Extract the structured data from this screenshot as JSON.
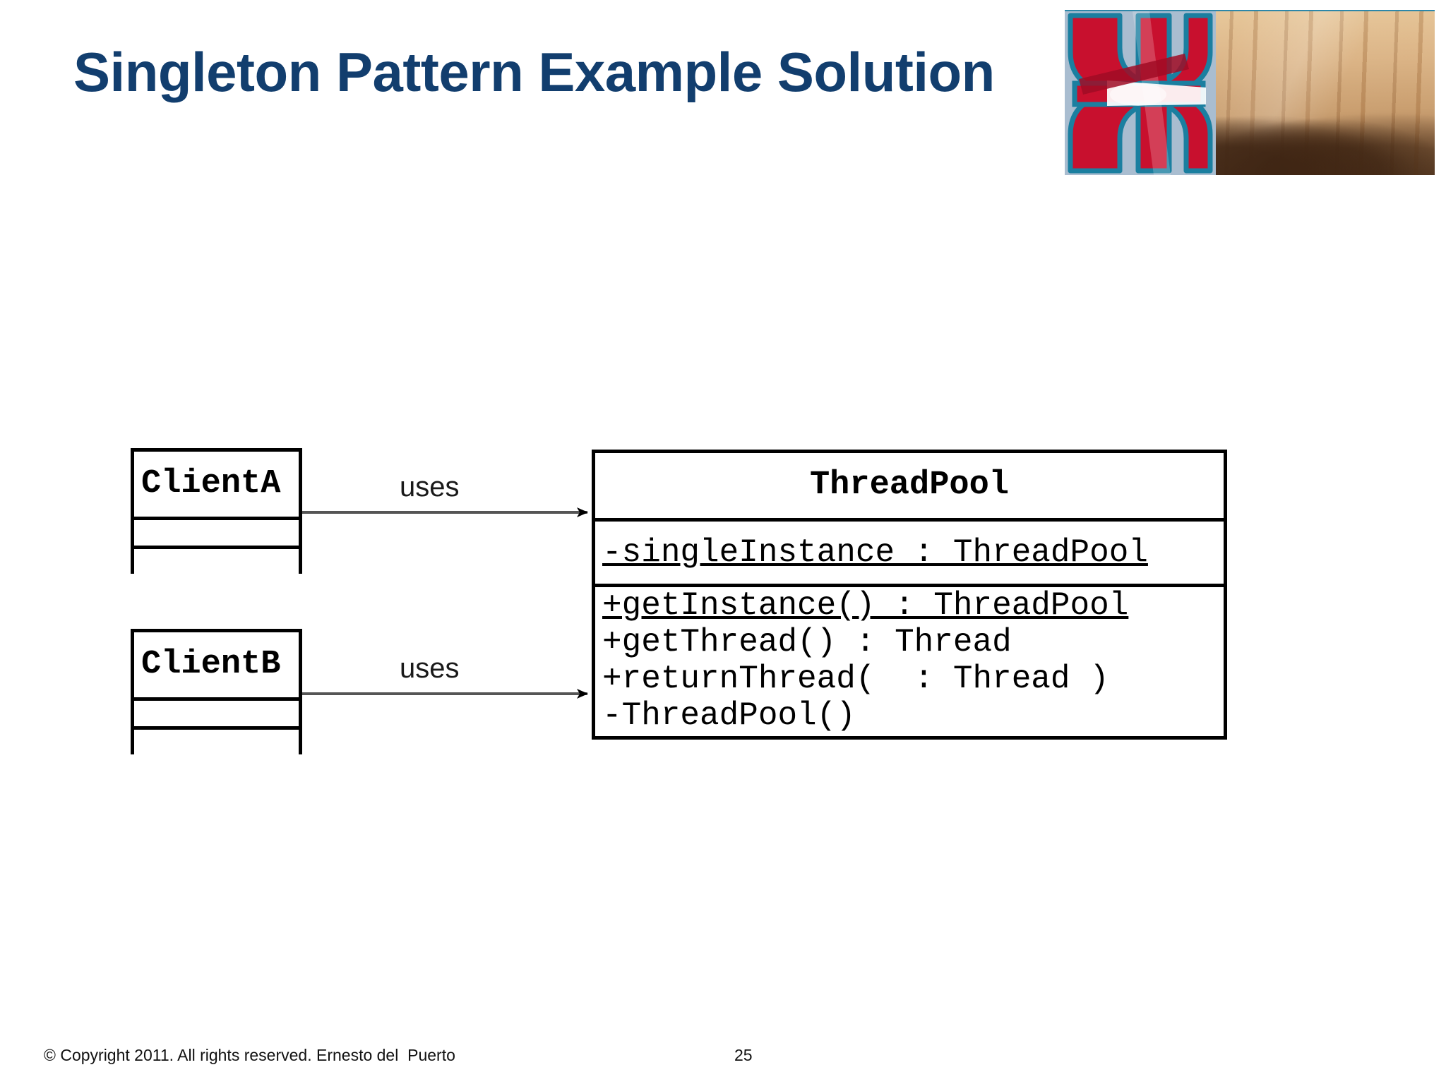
{
  "slide": {
    "title": "Singleton Pattern Example Solution",
    "title_color": "#123E6E",
    "background_color": "#FFFFFF"
  },
  "logo": {
    "name": "course-logo-banner",
    "emblem_description": "stylized red and teal angular emblem",
    "photo_description": "sepia photo of classical building facade with columns",
    "emblem_red": "#C8102E",
    "emblem_outline_teal": "#1B7FA0",
    "emblem_panel_blue_grey": "#A9BDD0",
    "photo_sepia": "#D9B183"
  },
  "diagram": {
    "type": "uml-class-diagram",
    "classes": [
      {
        "id": "ClientA",
        "name": "ClientA",
        "attributes": [],
        "operations": []
      },
      {
        "id": "ClientB",
        "name": "ClientB",
        "attributes": [],
        "operations": []
      },
      {
        "id": "ThreadPool",
        "name": "ThreadPool",
        "attributes": [
          {
            "text": "-singleInstance : ThreadPool",
            "static": true
          }
        ],
        "operations": [
          {
            "text": "+getInstance() : ThreadPool",
            "static": true
          },
          {
            "text": "+getThread() : Thread",
            "static": false
          },
          {
            "text": "+returnThread(  : Thread )",
            "static": false
          },
          {
            "text": "-ThreadPool()",
            "static": false
          }
        ]
      }
    ],
    "associations": [
      {
        "from": "ClientA",
        "to": "ThreadPool",
        "label": "uses"
      },
      {
        "from": "ClientB",
        "to": "ThreadPool",
        "label": "uses"
      }
    ]
  },
  "footer": {
    "copyright": "© Copyright 2011. All rights reserved. Ernesto del  Puerto",
    "page_number": "25"
  }
}
